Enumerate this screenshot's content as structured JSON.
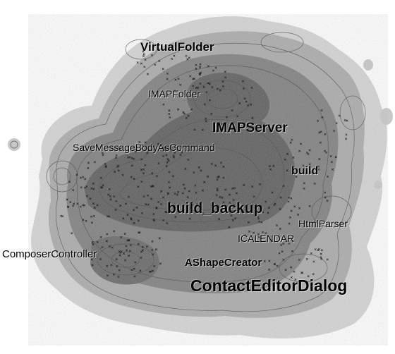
{
  "map": {
    "colors": {
      "background": "#ffffff",
      "outer_halo": "#d4d4d4",
      "terrain_mid": "#aaaaaa",
      "terrain_dark": "#7e7e7e",
      "terrain_core": "#5c5c5c",
      "contour": "#454545",
      "label": "#000000"
    },
    "labels": {
      "virtual_folder": "VirtualFolder",
      "imap_folder": "IMAPFolder",
      "imap_server": "IMAPServer",
      "save_message": "SaveMessageBodyAsCommand",
      "build": "build",
      "build_backup": "build_backup",
      "html_parser": "HtmlParser",
      "icalendar": "ICALENDAR",
      "composer_controller": "ComposerController",
      "ashape_creator": "AShapeCreator",
      "contact_editor_dialog": "ContactEditorDialog"
    }
  }
}
